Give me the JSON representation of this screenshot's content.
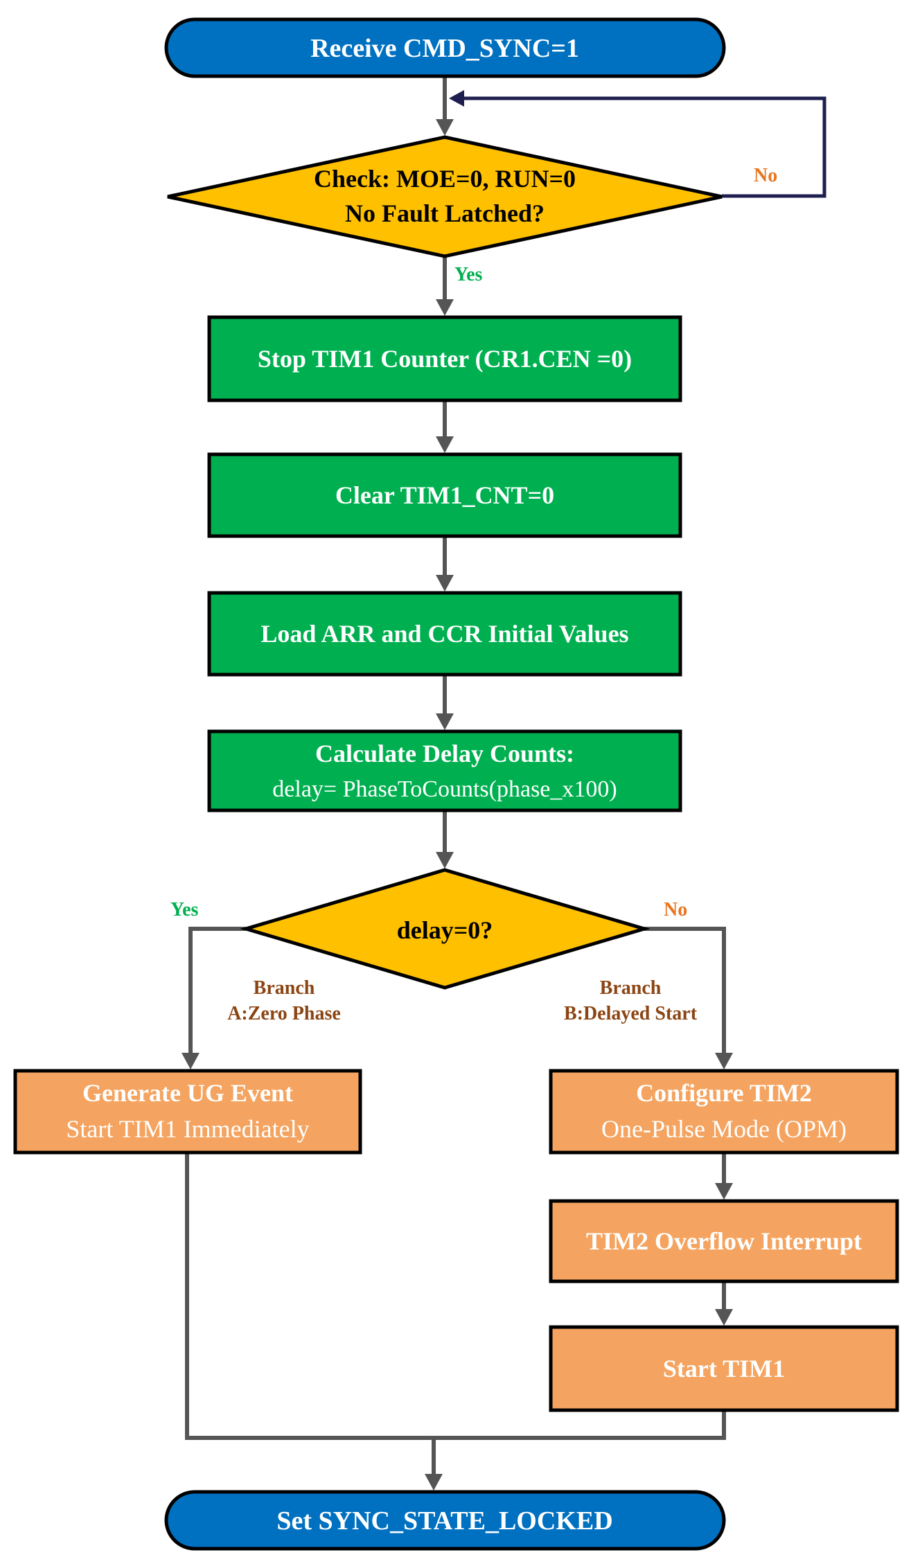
{
  "colors": {
    "terminal_fill": "#0070C0",
    "decision_fill": "#FFC000",
    "process_fill": "#00B050",
    "branch_fill": "#F4A460",
    "stroke": "#000000",
    "connector": "#555555",
    "loop_line": "#1F1F4F",
    "yes_label": "#00B050",
    "no_label": "#E87722",
    "branch_label": "#8B4513",
    "white_text": "#FFFFFF",
    "dark_text": "#000000"
  },
  "nodes": {
    "start": {
      "text": "Receive CMD_SYNC=1"
    },
    "check": {
      "line1": "Check: MOE=0, RUN=0",
      "line2": "No Fault Latched?"
    },
    "stop": {
      "text": "Stop TIM1 Counter (CR1.CEN =0)"
    },
    "clear": {
      "text": "Clear TIM1_CNT=0"
    },
    "load": {
      "text": "Load ARR and CCR Initial Values"
    },
    "calc": {
      "line1": "Calculate Delay Counts:",
      "line2": "delay= PhaseToCounts(phase_x100)"
    },
    "delay_check": {
      "text": "delay=0?"
    },
    "gen_ug": {
      "line1": "Generate UG Event",
      "line2": "Start TIM1 Immediately"
    },
    "config_tim2": {
      "line1": "Configure TIM2",
      "line2": "One-Pulse Mode (OPM)"
    },
    "tim2_irq": {
      "text": "TIM2 Overflow Interrupt"
    },
    "start_tim1": {
      "text": "Start TIM1"
    },
    "end": {
      "text": "Set SYNC_STATE_LOCKED"
    }
  },
  "labels": {
    "check_no": "No",
    "check_yes": "Yes",
    "delay_yes": "Yes",
    "delay_no": "No",
    "branch_a_line1": "Branch",
    "branch_a_line2": "A:Zero Phase",
    "branch_b_line1": "Branch",
    "branch_b_line2": "B:Delayed Start"
  }
}
